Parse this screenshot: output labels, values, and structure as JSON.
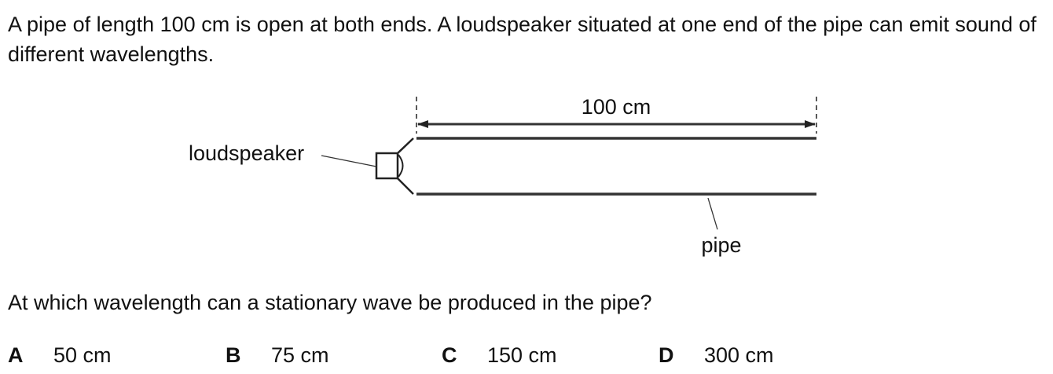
{
  "stem": "A pipe of length 100 cm is open at both ends. A loudspeaker situated at one end of the pipe can emit sound of different wavelengths.",
  "diagram": {
    "length_label": "100 cm",
    "speaker_label": "loudspeaker",
    "pipe_label": "pipe"
  },
  "question": "At which wavelength can a stationary wave be produced in the pipe?",
  "options": [
    {
      "letter": "A",
      "value": "50 cm"
    },
    {
      "letter": "B",
      "value": "75 cm"
    },
    {
      "letter": "C",
      "value": "150 cm"
    },
    {
      "letter": "D",
      "value": "300 cm"
    }
  ]
}
